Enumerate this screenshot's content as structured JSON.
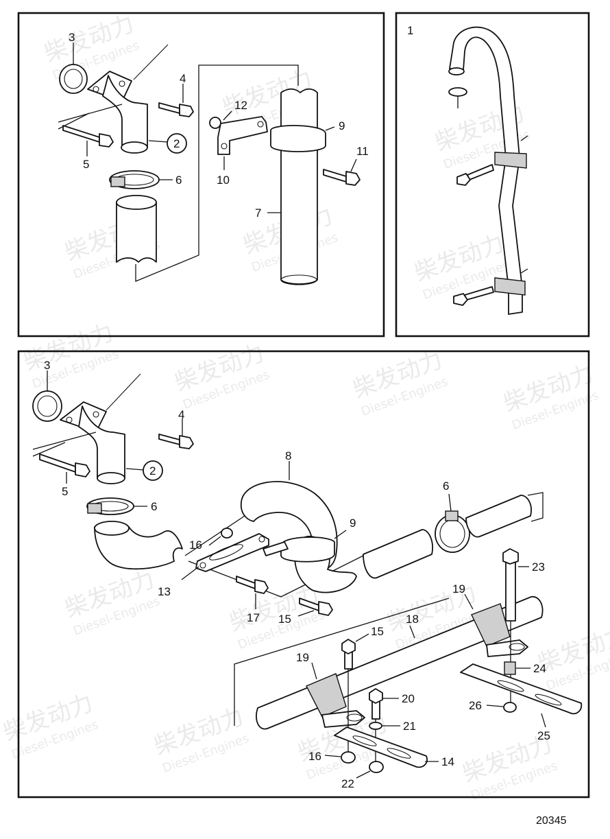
{
  "document_number": "20345",
  "watermark": {
    "brand": "柴发动力",
    "sub": "Diesel-Engines"
  },
  "panel_top_left": {
    "callouts": {
      "c3": "3",
      "c4": "4",
      "c5": "5",
      "c2": "2",
      "c6": "6",
      "c12": "12",
      "c9": "9",
      "c10": "10",
      "c11": "11",
      "c7": "7"
    }
  },
  "panel_top_right": {
    "callouts": {
      "c1": "1"
    }
  },
  "panel_bottom": {
    "callouts": {
      "c3": "3",
      "c4": "4",
      "c5": "5",
      "c2": "2",
      "c6a": "6",
      "c8": "8",
      "c6b": "6",
      "c9": "9",
      "c16a": "16",
      "c13": "13",
      "c17": "17",
      "c15a": "15",
      "c23": "23",
      "c19a": "19",
      "c18": "18",
      "c15b": "15",
      "c19b": "19",
      "c24": "24",
      "c20": "20",
      "c26": "26",
      "c21": "21",
      "c25": "25",
      "c16b": "16",
      "c14": "14",
      "c22": "22"
    }
  }
}
